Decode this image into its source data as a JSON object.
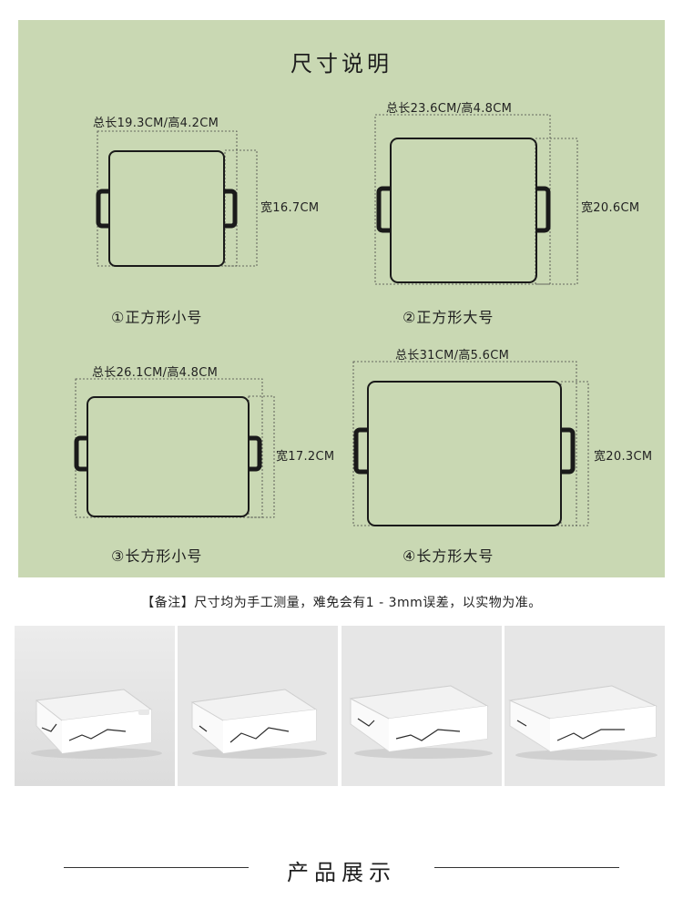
{
  "size_panel": {
    "title": "尺寸说明",
    "items": [
      {
        "length": "总长19.3CM/高4.2CM",
        "width": "宽16.7CM",
        "caption": "①正方形小号"
      },
      {
        "length": "总长23.6CM/高4.8CM",
        "width": "宽20.6CM",
        "caption": "②正方形大号"
      },
      {
        "length": "总长26.1CM/高4.8CM",
        "width": "宽17.2CM",
        "caption": "③长方形小号"
      },
      {
        "length": "总长31CM/高5.6CM",
        "width": "宽20.3CM",
        "caption": "④长方形大号"
      }
    ]
  },
  "note": "【备注】尺寸均为手工测量，难免会有1 - 3mm误差，以实物为准。",
  "product_section": {
    "title": "产品展示"
  },
  "colors": {
    "panel": "#c9d8b3",
    "outline": "#1a1a1a",
    "marble_vein": "#2b2b2b"
  }
}
